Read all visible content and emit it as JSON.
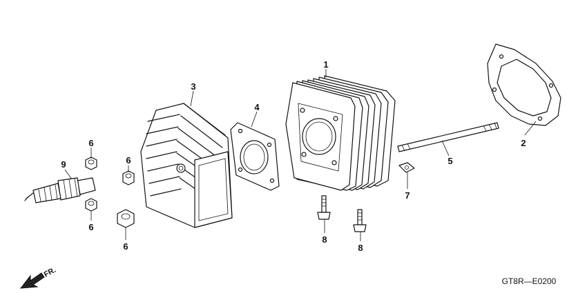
{
  "diagram": {
    "drawing_code": "GT8R—E0200",
    "direction_label": "FR.",
    "callouts": [
      "1",
      "2",
      "3",
      "4",
      "5",
      "6",
      "6",
      "6",
      "6",
      "7",
      "8",
      "8",
      "9"
    ],
    "parts": [
      {
        "callout": "1",
        "part": "cylinder"
      },
      {
        "callout": "2",
        "part": "cylinder-base-gasket"
      },
      {
        "callout": "3",
        "part": "cylinder-head"
      },
      {
        "callout": "4",
        "part": "cylinder-head-gasket"
      },
      {
        "callout": "5",
        "part": "stud-bolt"
      },
      {
        "callout": "6",
        "part": "nut"
      },
      {
        "callout": "7",
        "part": "square-nut"
      },
      {
        "callout": "8",
        "part": "bolt"
      },
      {
        "callout": "9",
        "part": "spark-plug"
      }
    ]
  }
}
